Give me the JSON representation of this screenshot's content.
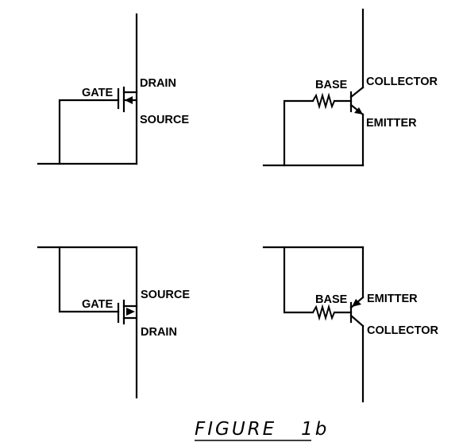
{
  "labels": {
    "q1": {
      "gate": "GATE",
      "drain": "DRAIN",
      "source": "SOURCE"
    },
    "q2": {
      "base": "BASE",
      "collector": "COLLECTOR",
      "emitter": "EMITTER"
    },
    "q3": {
      "gate": "GATE",
      "source": "SOURCE",
      "drain": "DRAIN"
    },
    "q4": {
      "base": "BASE",
      "emitter": "EMITTER",
      "collector": "COLLECTOR"
    }
  },
  "caption": "FIGURE   1b"
}
